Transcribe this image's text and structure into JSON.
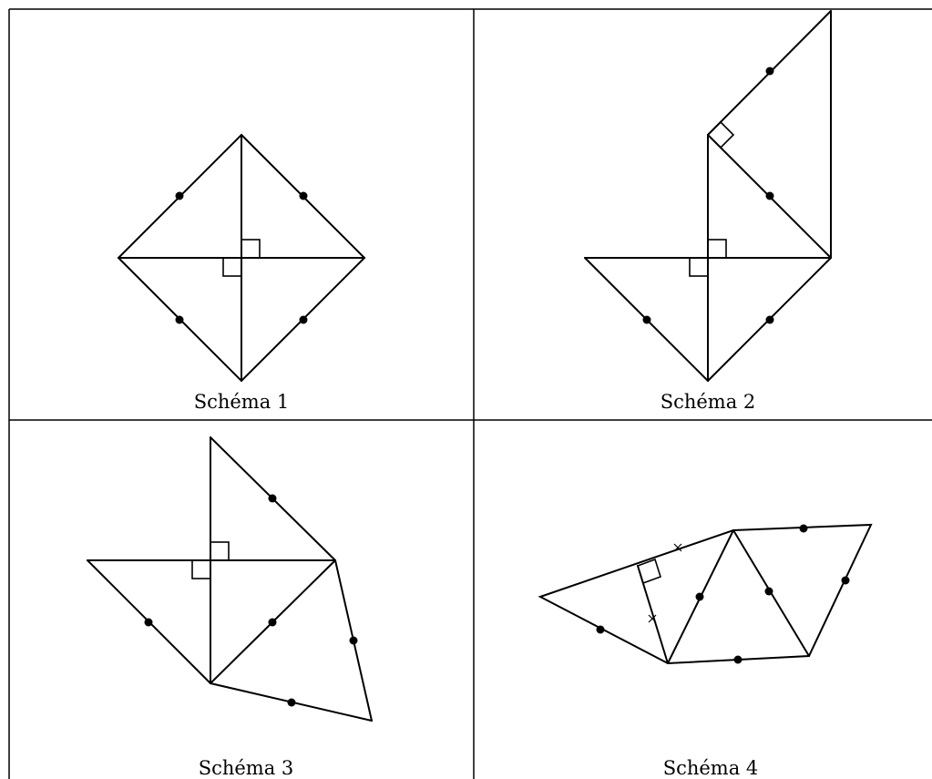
{
  "schemas": [
    {
      "caption": "Schéma 1"
    },
    {
      "caption": "Schéma 2"
    },
    {
      "caption": "Schéma 3"
    },
    {
      "caption": "Schéma 4"
    }
  ]
}
